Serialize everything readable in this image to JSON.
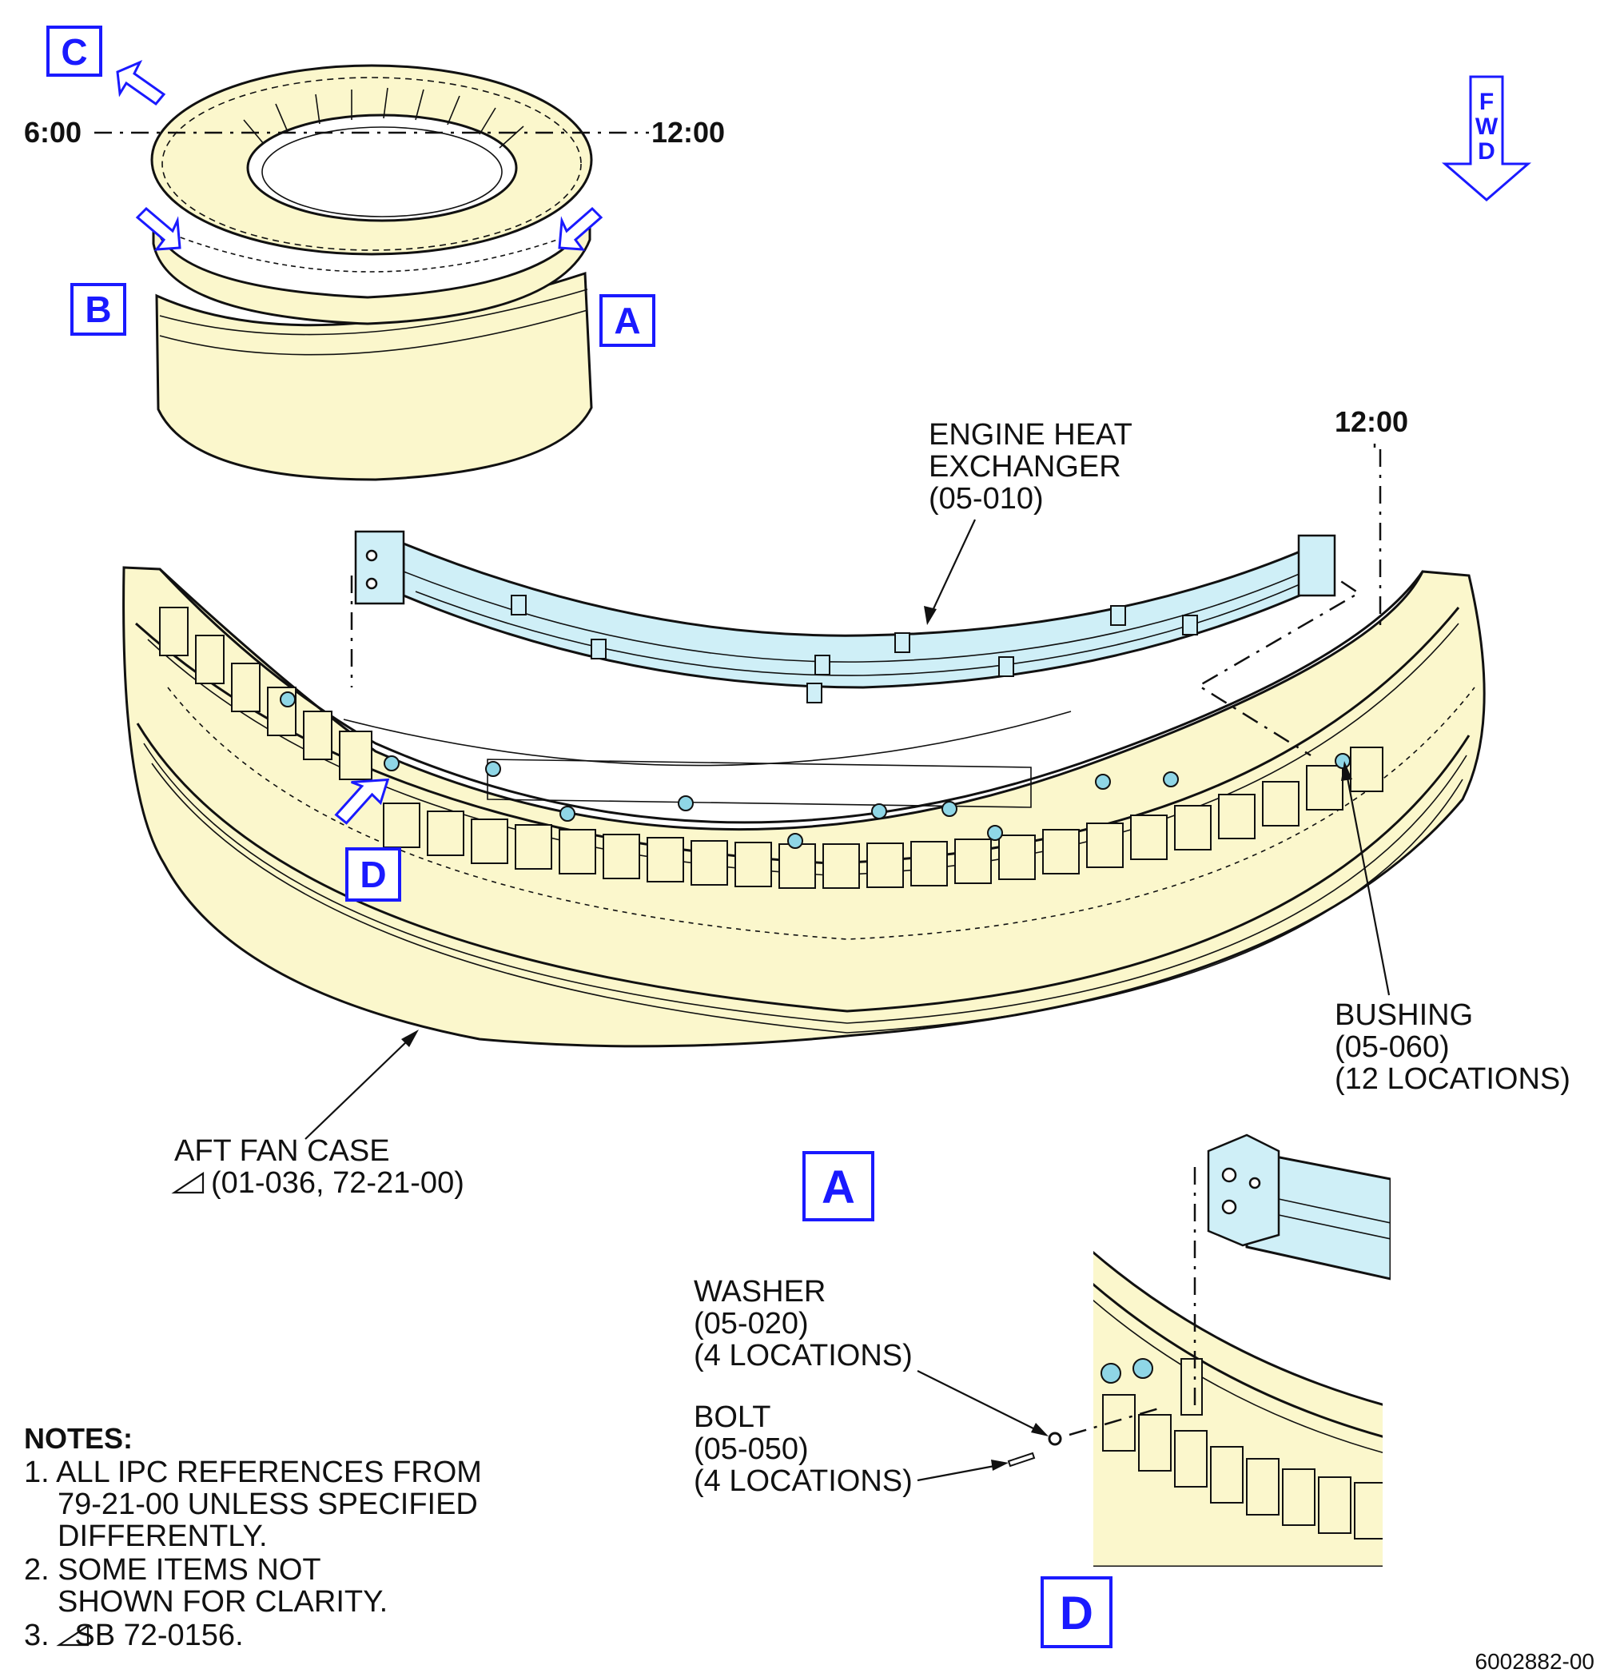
{
  "colors": {
    "case_fill": "#fbf7cc",
    "exchanger_fill": "#cfeff7",
    "callout_blue": "#1a1aff",
    "line": "#111111"
  },
  "overview": {
    "label_6": "6:00",
    "label_12": "12:00",
    "tag_c": "C",
    "tag_b": "B",
    "tag_a": "A"
  },
  "direction": {
    "letters": [
      "F",
      "W",
      "D"
    ]
  },
  "view_a": {
    "clock_label": "12:00",
    "tag_d": "D",
    "title": "A",
    "heat_exchanger": [
      "ENGINE HEAT",
      "EXCHANGER",
      "(05-010)"
    ],
    "bushing": [
      "BUSHING",
      "(05-060)",
      "(12 LOCATIONS)"
    ],
    "aft_fan_case": [
      "AFT FAN CASE",
      "(01-036, 72-21-00)"
    ]
  },
  "view_d": {
    "title": "D",
    "washer": [
      "WASHER",
      "(05-020)",
      "(4 LOCATIONS)"
    ],
    "bolt": [
      "BOLT",
      "(05-050)",
      "(4 LOCATIONS)"
    ]
  },
  "notes": {
    "heading": "NOTES:",
    "n1": [
      "1. ALL IPC REFERENCES FROM",
      "79-21-00 UNLESS SPECIFIED",
      "DIFFERENTLY."
    ],
    "n2": [
      "2. SOME ITEMS NOT",
      "SHOWN FOR CLARITY."
    ],
    "n3": "3.   SB 72-0156."
  },
  "figure_number": "6002882-00"
}
